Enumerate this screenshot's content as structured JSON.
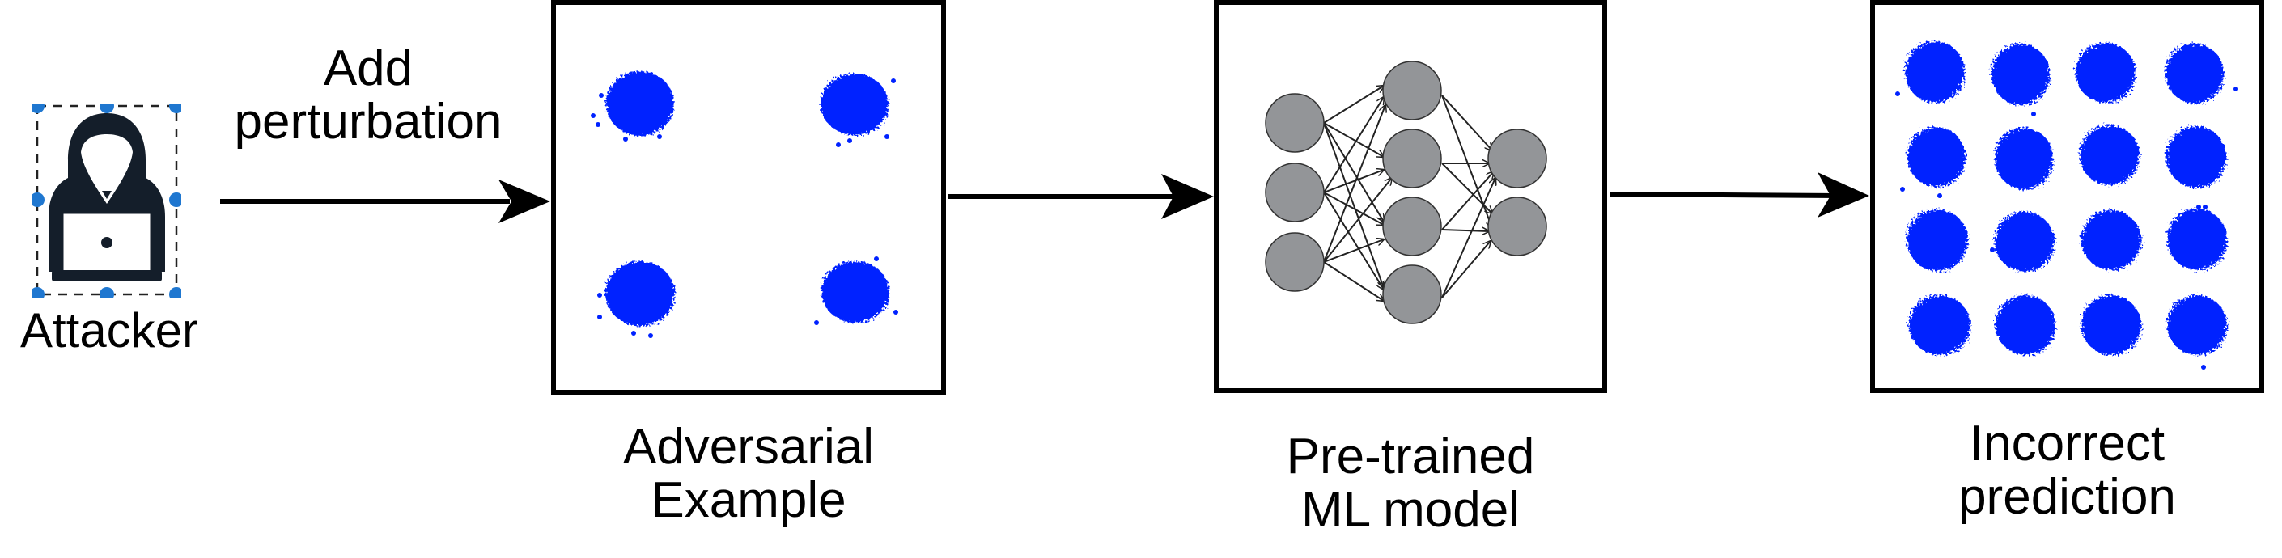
{
  "diagram": {
    "attacker": {
      "label": "Attacker",
      "icon": "hooded-hacker-with-laptop-icon",
      "selection_handle_color": "#1F77D0"
    },
    "step1_arrow": {
      "label_line1": "Add",
      "label_line2": "perturbation"
    },
    "adversarial_example": {
      "label_line1": "Adversarial",
      "label_line2": "Example",
      "scatter": {
        "grid": "2x2",
        "cluster_count": 4,
        "color": "#0022FF"
      }
    },
    "model": {
      "label_line1": "Pre-trained",
      "label_line2": "ML model",
      "network": {
        "layers": [
          3,
          4,
          2
        ],
        "node_color": "#939598",
        "edge_color": "#222222"
      }
    },
    "prediction": {
      "label_line1": "Incorrect",
      "label_line2": "prediction",
      "scatter": {
        "grid": "4x4",
        "cluster_count": 16,
        "color": "#0022FF"
      }
    },
    "colors": {
      "stroke": "#000000",
      "background": "#FFFFFF",
      "points": "#0022FF",
      "nodes": "#939598"
    }
  }
}
